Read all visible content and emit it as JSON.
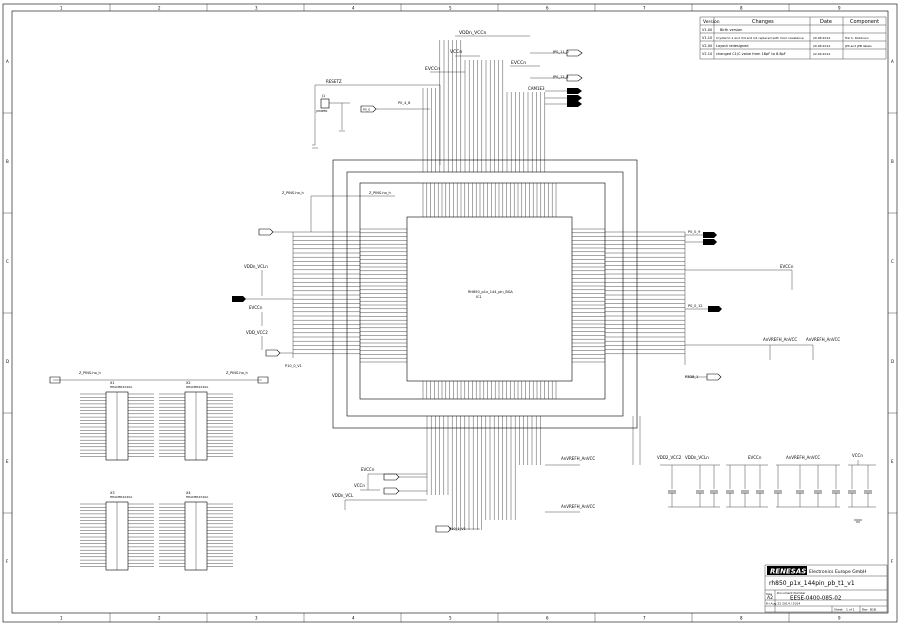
{
  "frame": {
    "col_labels": [
      "1",
      "2",
      "3",
      "4",
      "5",
      "6",
      "7",
      "8",
      "9"
    ],
    "row_labels": [
      "A",
      "B",
      "C",
      "D",
      "E",
      "F"
    ]
  },
  "revisions": {
    "headers": [
      "Version",
      "Changes",
      "Date",
      "Component"
    ],
    "rows": [
      [
        "V1.00",
        "Birth version",
        "",
        ""
      ],
      [
        "V1.10",
        "Crystal to 1 and 3/4 and Q1 replaced with mom resistance",
        "20.08.2014",
        "Hal C. Robinson"
      ],
      [
        "V2.00",
        "Layout redesigned",
        "20.08.2014",
        "JPS and JPB labels"
      ],
      [
        "V2.10",
        "changed C1/C value from 18pF to 6.8pF",
        "22.09.2014",
        ""
      ]
    ]
  },
  "title_block": {
    "logo": "RENESAS",
    "company": "Electronics Europe GmbH",
    "title": "rh850_p1x_144pin_pb_t1_v1",
    "size_label": "Size",
    "size": "A2",
    "doc_label": "Document Number",
    "doc_number": "EESE-0400-085-02",
    "date_line": "Fri Aug 22 2014 / 2014",
    "sheet_label": "Sheet",
    "sheet": "1 of 1",
    "rev_label": "Rev",
    "rev": "B1B"
  },
  "labels": {
    "vdd_top": "VDDn_VCCn",
    "vcc_top": "VCCn",
    "evcc_top": "EVCCn",
    "evcc_top2": "EVCCn",
    "resetz": "RESETZ",
    "jumper": "J1",
    "jumper_name": "JUMPER",
    "mode_port": "P0_0",
    "pul_in": "P0_4_8",
    "camber": "CAM1E3",
    "p_port_top": "JP0_11_0",
    "p_port_top2": "JP0_12_4",
    "z_pins_left": "Z_PINS-ho_h",
    "z_pins_mid": "Z_PINS-ho_h",
    "vdd_left": "VDDn_VCLn",
    "evcc_left": "EVCCn",
    "vdd_vcc2": "VDD_VCC2",
    "left_port": "P10_0_V1",
    "ic_name": "RH850_p1x_144_pin_BGA",
    "ic_ref": "IC1",
    "evcc_right": "EVCCn",
    "p_right": "P0_0_9",
    "p_right2": "P0_0_12",
    "avref1": "AnVREFH_AnVCC",
    "avref2": "AnVREFH_AnVCC",
    "bottom_evcc": "EVCCn",
    "bottom_vcc": "VCCn",
    "bottom_vdd": "VDDn_VCL",
    "bottom_avref1": "AnVREFH_AnVCC",
    "bottom_avref2": "AnVREFH_AnVCC",
    "bottom_port": "P10_1_V1",
    "z_pins_bl": "Z_PINS-ho_h",
    "z_pins_bm": "Z_PINS-ho_h",
    "right_port_bottom": "P3DB_1",
    "decoup_vdd": "VDD2_VCC2",
    "decoup_vdd2": "VDDn_VCLn",
    "decoup_evcc": "EVCCn",
    "decoup_avref": "AnVREFH_AnVCC",
    "decoup_vcc": "VCCn"
  },
  "connectors": [
    {
      "ref": "X1",
      "name": "HEADER2X20A"
    },
    {
      "ref": "X2",
      "name": "HEADER2X20A"
    },
    {
      "ref": "X3",
      "name": "HEADER2X20A"
    },
    {
      "ref": "X4",
      "name": "HEADER2X20A"
    }
  ]
}
